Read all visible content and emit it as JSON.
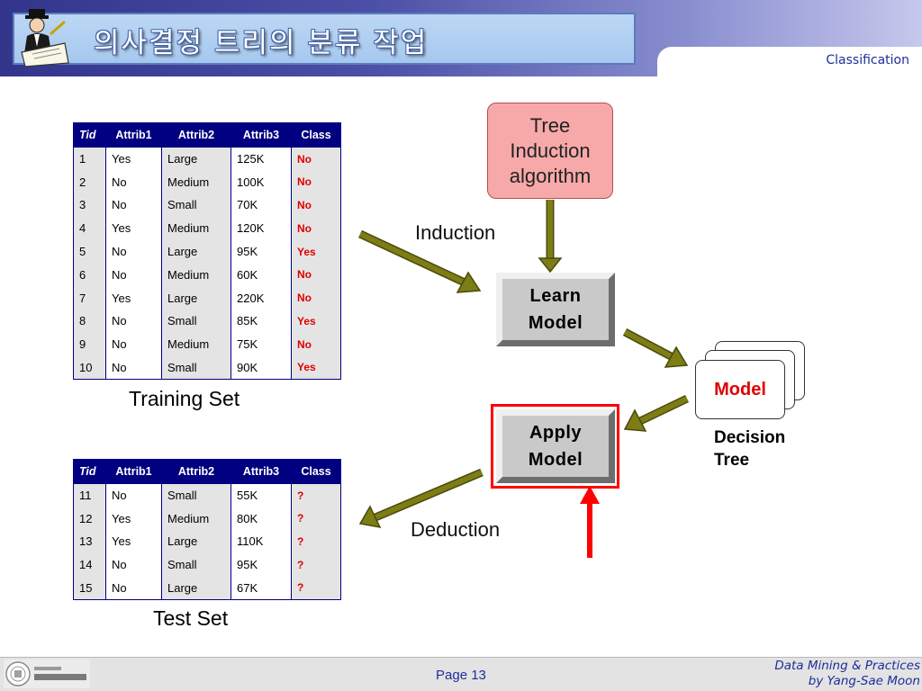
{
  "header": {
    "title": "의사결정 트리의 분류 작업",
    "section": "Classification"
  },
  "training_table": {
    "columns": [
      "Tid",
      "Attrib1",
      "Attrib2",
      "Attrib3",
      "Class"
    ],
    "rows": [
      [
        "1",
        "Yes",
        "Large",
        "125K",
        "No"
      ],
      [
        "2",
        "No",
        "Medium",
        "100K",
        "No"
      ],
      [
        "3",
        "No",
        "Small",
        "70K",
        "No"
      ],
      [
        "4",
        "Yes",
        "Medium",
        "120K",
        "No"
      ],
      [
        "5",
        "No",
        "Large",
        "95K",
        "Yes"
      ],
      [
        "6",
        "No",
        "Medium",
        "60K",
        "No"
      ],
      [
        "7",
        "Yes",
        "Large",
        "220K",
        "No"
      ],
      [
        "8",
        "No",
        "Small",
        "85K",
        "Yes"
      ],
      [
        "9",
        "No",
        "Medium",
        "75K",
        "No"
      ],
      [
        "10",
        "No",
        "Small",
        "90K",
        "Yes"
      ]
    ],
    "caption": "Training Set"
  },
  "test_table": {
    "columns": [
      "Tid",
      "Attrib1",
      "Attrib2",
      "Attrib3",
      "Class"
    ],
    "rows": [
      [
        "11",
        "No",
        "Small",
        "55K",
        "?"
      ],
      [
        "12",
        "Yes",
        "Medium",
        "80K",
        "?"
      ],
      [
        "13",
        "Yes",
        "Large",
        "110K",
        "?"
      ],
      [
        "14",
        "No",
        "Small",
        "95K",
        "?"
      ],
      [
        "15",
        "No",
        "Large",
        "67K",
        "?"
      ]
    ],
    "caption": "Test Set"
  },
  "diagram": {
    "tree_induction": "Tree\nInduction\nalgorithm",
    "learn_model": "Learn\nModel",
    "apply_model": "Apply\nModel",
    "model": "Model",
    "decision_tree": "Decision\nTree",
    "induction_label": "Induction",
    "deduction_label": "Deduction"
  },
  "colors": {
    "arrow_olive": "#7d7d16",
    "highlight_red": "#ff0000",
    "class_red": "#e00000",
    "table_header": "#000080"
  },
  "footer": {
    "page": "Page 13",
    "credit": "Data Mining & Practices\nby Yang-Sae Moon"
  }
}
